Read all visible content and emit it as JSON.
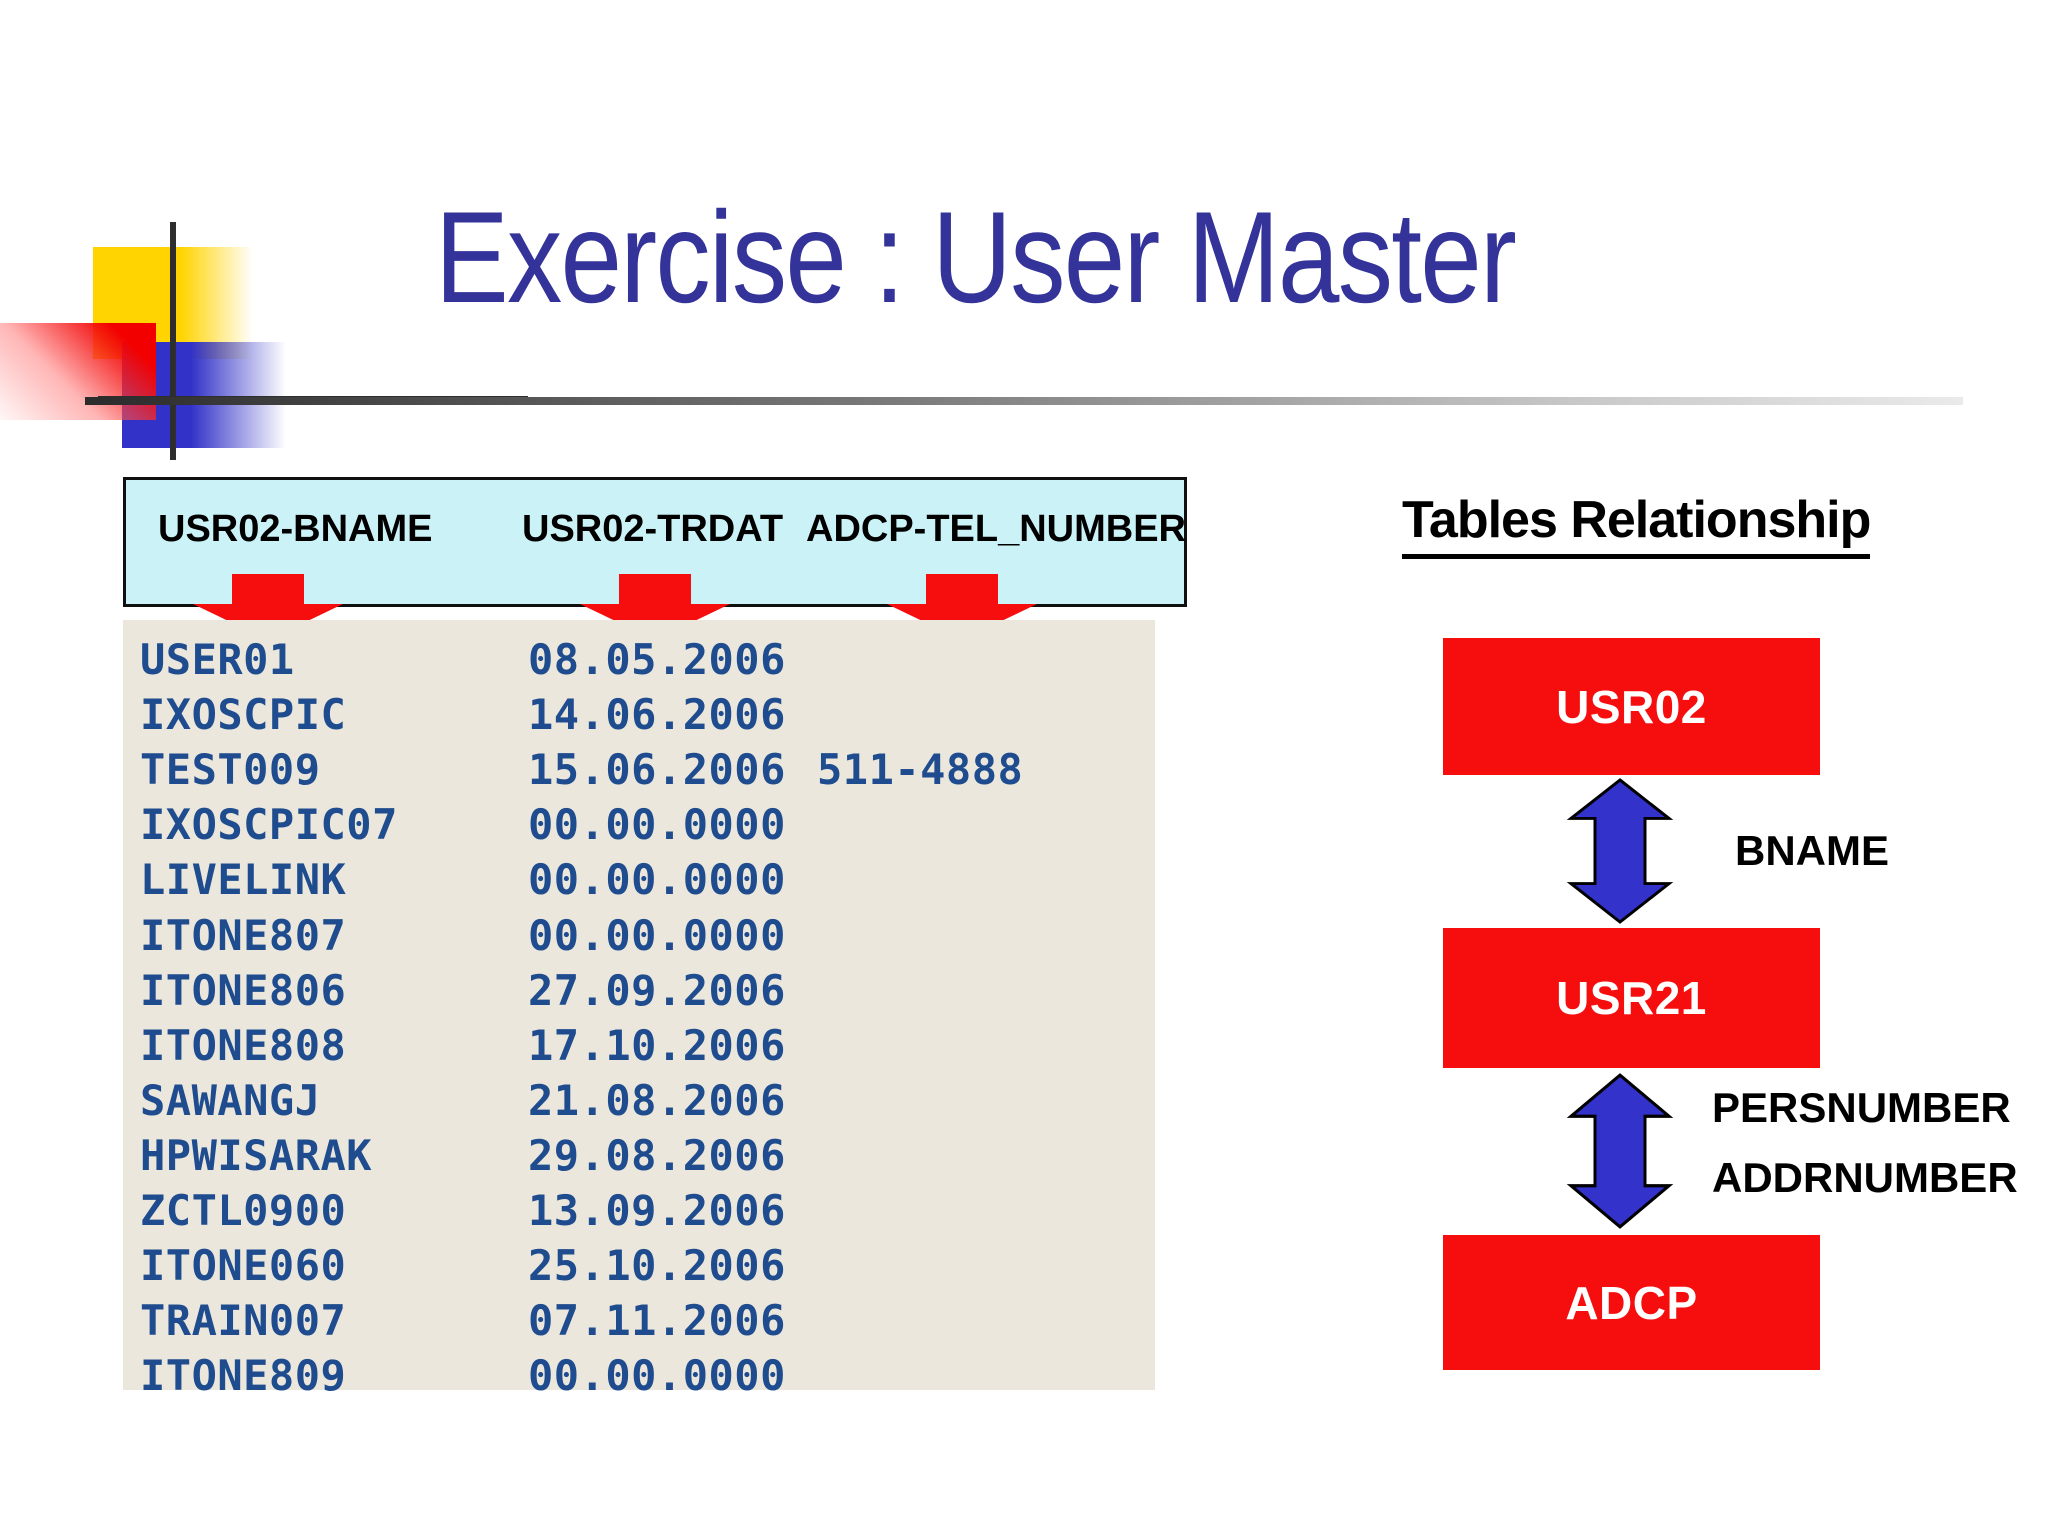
{
  "slide": {
    "title": "Exercise : User Master"
  },
  "data_panel": {
    "columns": [
      {
        "label": "USR02-BNAME"
      },
      {
        "label": "USR02-TRDAT"
      },
      {
        "label": "ADCP-TEL_NUMBER"
      }
    ],
    "rows": [
      {
        "bname": "USER01",
        "trdat": "08.05.2006",
        "tel": ""
      },
      {
        "bname": "IXOSCPIC",
        "trdat": "14.06.2006",
        "tel": ""
      },
      {
        "bname": "TEST009",
        "trdat": "15.06.2006",
        "tel": "511-4888"
      },
      {
        "bname": "IXOSCPIC07",
        "trdat": "00.00.0000",
        "tel": ""
      },
      {
        "bname": "LIVELINK",
        "trdat": "00.00.0000",
        "tel": ""
      },
      {
        "bname": "ITONE807",
        "trdat": "00.00.0000",
        "tel": ""
      },
      {
        "bname": "ITONE806",
        "trdat": "27.09.2006",
        "tel": ""
      },
      {
        "bname": "ITONE808",
        "trdat": "17.10.2006",
        "tel": ""
      },
      {
        "bname": "SAWANGJ",
        "trdat": "21.08.2006",
        "tel": ""
      },
      {
        "bname": "HPWISARAK",
        "trdat": "29.08.2006",
        "tel": ""
      },
      {
        "bname": "ZCTL0900",
        "trdat": "13.09.2006",
        "tel": ""
      },
      {
        "bname": "ITONE060",
        "trdat": "25.10.2006",
        "tel": ""
      },
      {
        "bname": "TRAIN007",
        "trdat": "07.11.2006",
        "tel": ""
      },
      {
        "bname": "ITONE809",
        "trdat": "00.00.0000",
        "tel": ""
      }
    ]
  },
  "relationship_panel": {
    "title": "Tables Relationship",
    "tables": [
      {
        "name": "USR02"
      },
      {
        "name": "USR21"
      },
      {
        "name": "ADCP"
      }
    ],
    "links": [
      {
        "from": "USR02",
        "to": "USR21",
        "fields": [
          "BNAME"
        ]
      },
      {
        "from": "USR21",
        "to": "ADCP",
        "fields": [
          "PERSNUMBER",
          "ADDRNUMBER"
        ]
      }
    ],
    "link_labels": {
      "bname": "BNAME",
      "persnumber": "PERSNUMBER",
      "addrnumber": "ADDRNUMBER"
    }
  },
  "colors": {
    "title_text": "#333399",
    "column_header_fill": "#cbf2f7",
    "data_panel_fill": "#ebe7dc",
    "data_text": "#1e4c8e",
    "table_box_red": "#f60d0d",
    "pointer_arrow_red": "#f60d0d",
    "relation_arrow_blue": "#3333cc",
    "decoration_yellow": "#ffd400",
    "decoration_blue": "#3232c8",
    "decoration_red": "#f20000"
  }
}
